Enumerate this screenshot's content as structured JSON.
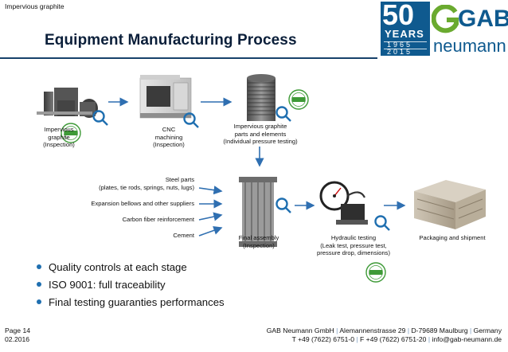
{
  "header": {
    "top_note": "Impervious graphite",
    "title": "Equipment Manufacturing Process",
    "logo": {
      "years_number": "50",
      "years_word": "YEARS",
      "year_start": "1965",
      "year_end": "2015",
      "brand_top": "GAB",
      "brand_bottom": "neumann",
      "colors": {
        "navy": "#0f5a8f",
        "green": "#6aaa2f"
      }
    }
  },
  "process": {
    "steps": [
      {
        "id": "graphite",
        "label": [
          "Impervious",
          "graphite",
          "(Inspection)"
        ],
        "icon": "graphite-blocks-icon"
      },
      {
        "id": "cnc",
        "label": [
          "CNC",
          "machining",
          "(Inspection)"
        ],
        "icon": "cnc-machine-icon"
      },
      {
        "id": "elements",
        "label": [
          "Impervious graphite",
          "parts and elements",
          "(Individual pressure testing)"
        ],
        "icon": "graphite-block-icon"
      },
      {
        "id": "assembly",
        "label": [
          "Final assembly",
          "(Inspection)"
        ],
        "icon": "heat-exchanger-icon"
      },
      {
        "id": "hydraulic",
        "label": [
          "Hydraulic testing",
          "(Leak test, pressure test,",
          "pressure drop, dimensions)"
        ],
        "icon": "pressure-gauge-icon"
      },
      {
        "id": "packaging",
        "label": [
          "Packaging and shipment"
        ],
        "icon": "wooden-crate-icon"
      }
    ],
    "inputs": [
      [
        "Steel parts",
        "(plates, tie rods, springs, nuts, lugs)"
      ],
      [
        "Expansion bellows and other suppliers"
      ],
      [
        "Carbon fiber reinforcement"
      ],
      [
        "Cement"
      ]
    ],
    "stamp_text": "QUALITY APPROVED CHECKED"
  },
  "bullets": [
    "Quality controls at each stage",
    "ISO 9001: full traceability",
    "Final testing guaranties performances"
  ],
  "footer": {
    "page": "Page 14",
    "date": "02.2016",
    "line1": [
      "GAB Neumann GmbH",
      "Alemannenstrasse 29",
      "D-79689 Maulburg",
      "Germany"
    ],
    "line2": [
      "T +49 (7622) 6751-0",
      "F +49 (7622) 6751-20",
      "info@gab-neumann.de"
    ]
  }
}
